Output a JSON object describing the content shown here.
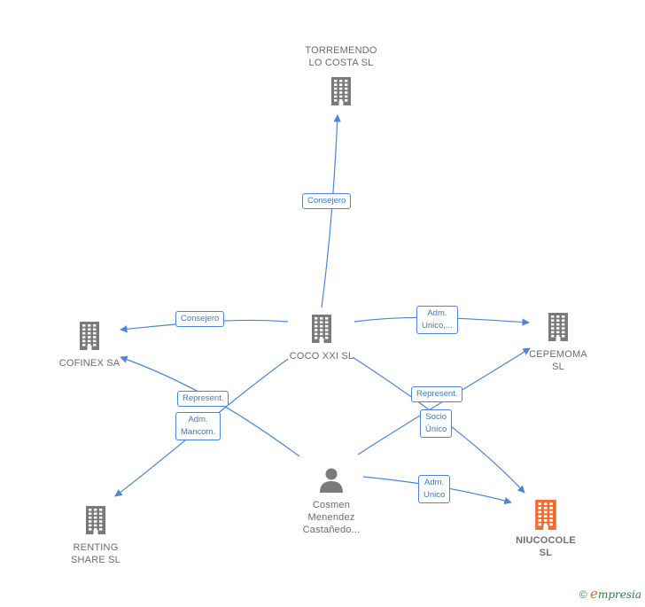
{
  "nodes": {
    "torremendo": {
      "lines": [
        "TORREMENDO",
        "LO COSTA SL"
      ]
    },
    "coco": {
      "lines": [
        "COCO XXI SL"
      ]
    },
    "cofinex": {
      "lines": [
        "COFINEX SA"
      ]
    },
    "cepemoma": {
      "lines": [
        "CEPEMOMA",
        "SL"
      ]
    },
    "renting": {
      "lines": [
        "RENTING",
        "SHARE SL"
      ]
    },
    "niucocole": {
      "lines": [
        "NIUCOCOLE",
        "SL"
      ]
    },
    "cosmen": {
      "lines": [
        "Cosmen",
        "Menendez",
        "Castañedo..."
      ]
    }
  },
  "edge_labels": {
    "consejero_top": [
      "Consejero"
    ],
    "consejero_left": [
      "Consejero"
    ],
    "adm_unico_top": [
      "Adm.",
      "Unico,..."
    ],
    "represent_left": [
      "Represent."
    ],
    "adm_mancom": [
      "Adm.",
      "Mancom."
    ],
    "represent_right": [
      "Represent."
    ],
    "socio_unico": [
      "Socio",
      "Único"
    ],
    "adm_unico_bottom": [
      "Adm.",
      "Unico"
    ]
  },
  "colors": {
    "edge": "#4a86d8",
    "building": "#7a7a7a",
    "building_highlight": "#f26a2e",
    "person": "#7a7a7a"
  },
  "icons": {
    "company": "building-icon",
    "person": "person-icon",
    "copyright": "copyright-icon"
  },
  "footer": {
    "copyright": "©",
    "brand_initial": "e",
    "brand_rest": "mpresia"
  }
}
